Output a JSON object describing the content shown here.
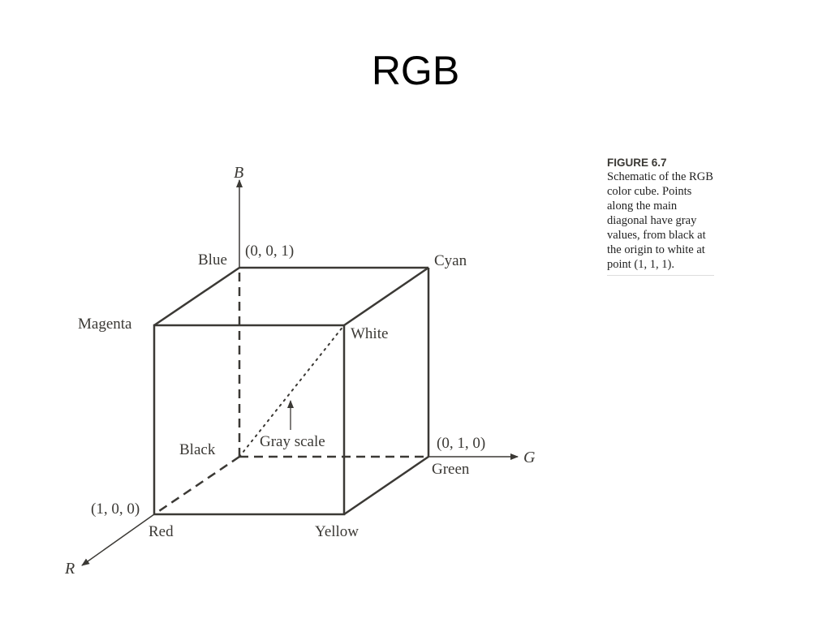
{
  "slide": {
    "title": "RGB"
  },
  "figure": {
    "caption_title": "FIGURE 6.7",
    "caption_text": "Schematic of the RGB color cube. Points along the main diagonal have gray values, from black at the origin to white at point (1, 1, 1).",
    "axes": {
      "r": "R",
      "g": "G",
      "b": "B"
    },
    "corners": {
      "blue": "Blue",
      "cyan": "Cyan",
      "magenta": "Magenta",
      "white": "White",
      "black": "Black",
      "green": "Green",
      "red": "Red",
      "yellow": "Yellow"
    },
    "coords": {
      "blue": "(0, 0, 1)",
      "green": "(0, 1, 0)",
      "red": "(1, 0, 0)"
    },
    "diagonal_label": "Gray scale"
  },
  "colors": {
    "line": "#3b3935",
    "text": "#3b3935"
  }
}
